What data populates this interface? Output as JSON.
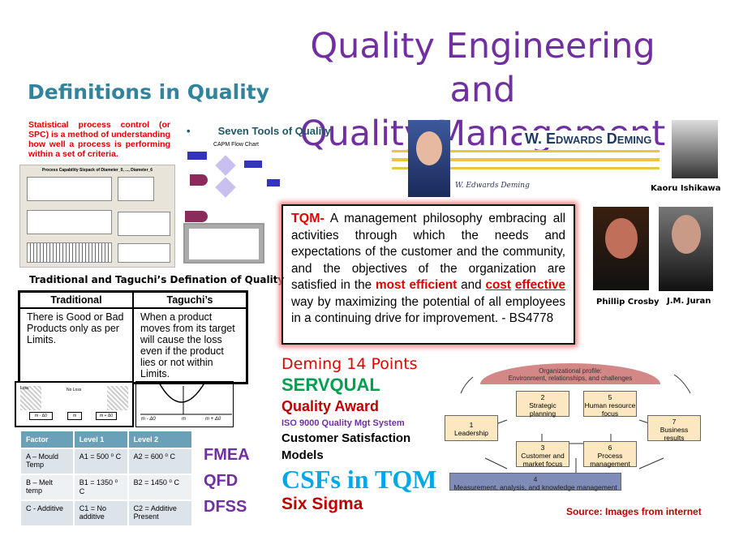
{
  "title": {
    "line1": "Quality Engineering and",
    "line2": "Quality Management"
  },
  "definitions_heading": "Definitions in Quality",
  "spc_text": "Statistical process control (or SPC) is a method of understanding how well a process is performing within a set of criteria.",
  "seven_tools": {
    "bullet": "•",
    "label": "Seven Tools of Quality"
  },
  "spc_image_title": "Process Capability Sixpack of Diameter_0, ..., Diameter_6",
  "capm_title": "CAPM Flow Chart",
  "traditional_heading": "Traditional and Taguchi’s Defination of Quality",
  "comparison_table": {
    "headers": [
      "Traditional",
      "Taguchi’s"
    ],
    "cells": [
      "There is Good or Bad Products only as per Limits.",
      "When a product moves from its target will cause the loss even if the product lies or not within Limits."
    ]
  },
  "loss_diagram": {
    "loss": "Loss",
    "no_loss": "No Loss",
    "labels": [
      "m - Δ0",
      "m",
      "m + Δ0"
    ]
  },
  "factor_table": {
    "headers": [
      "Factor",
      "Level 1",
      "Level 2"
    ],
    "rows": [
      [
        "A – Mould Temp",
        "A1 = 500 ⁰ C",
        "A2 = 600 ⁰ C"
      ],
      [
        "B – Melt temp",
        "B1 = 1350 ⁰ C",
        "B2 = 1450 ⁰ C"
      ],
      [
        "C - Additive",
        "C1 = No additive",
        "C2 = Additive Present"
      ]
    ]
  },
  "tools_list": [
    "FMEA",
    "QFD",
    "DFSS"
  ],
  "deming_banner": {
    "name": "W. Edwards Deming",
    "signature": "W. Edwards Deming"
  },
  "people": {
    "ishikawa": "Kaoru Ishikawa",
    "crosby": "Phillip Crosby",
    "juran": "J.M. Juran"
  },
  "tqm": {
    "label": "TQM-",
    "t1": " A management philosophy embracing all activities through which the needs and expectations of the customer and the community, and the objectives of the organization are satisfied in the ",
    "most": "most efficient",
    "and": " and ",
    "cost": "cost",
    "sp": " ",
    "effective": "effective",
    "t2": " way by maximizing the potential of all employees in a continuing drive for improvement. - BS4778"
  },
  "topics": {
    "deming14": "Deming 14 Points",
    "servqual": "SERVQUAL",
    "award": "Quality Award",
    "iso": "ISO 9000 Quality Mgt System",
    "csm1": "Customer Satisfaction",
    "csm2": "Models",
    "csf": "CSFs in TQM",
    "six": "Six Sigma"
  },
  "baldrige": {
    "profile1": "Organizational profile:",
    "profile2": "Environment, relationships, and challenges",
    "b1": "1\nLeadership",
    "b2": "2\nStrategic\nplanning",
    "b3": "3\nCustomer and\nmarket focus",
    "b4": "4\nMeasurement, analysis, and knowledge management",
    "b5": "5\nHuman resource\nfocus",
    "b6": "6\nProcess\nmanagement",
    "b7": "7\nBusiness\nresults"
  },
  "source": "Source: Images from internet"
}
